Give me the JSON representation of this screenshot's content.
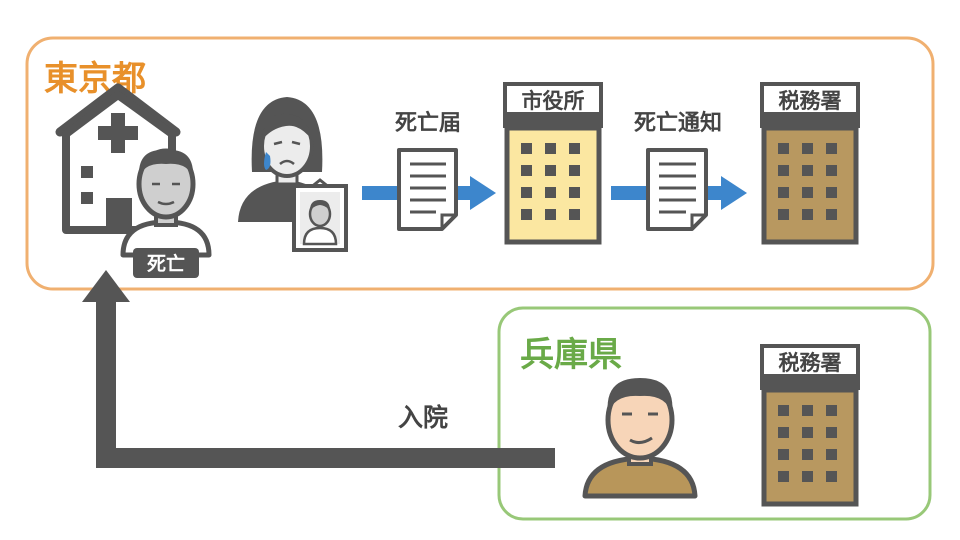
{
  "regions": {
    "tokyo": {
      "label": "東京都",
      "color": "#e8902a",
      "border": "#f0b070"
    },
    "hyogo": {
      "label": "兵庫県",
      "color": "#6aaa48",
      "border": "#98c878"
    }
  },
  "badges": {
    "death": "死亡"
  },
  "buildings": {
    "city_office": "市役所",
    "tax_office_tokyo": "税務署",
    "tax_office_hyogo": "税務署"
  },
  "arrows": {
    "death_notice": "死亡届",
    "death_notification": "死亡通知",
    "hospitalization": "入院"
  },
  "colors": {
    "dark": "#555555",
    "blue": "#3d86cc",
    "city_fill": "#fbe7a1",
    "tax_fill": "#b89860",
    "skin": "#cfcfcf",
    "skin_hyogo": "#f7d5b8",
    "shirt_hyogo": "#b8965a"
  },
  "icons": [
    "hospital-icon",
    "deceased-man-icon",
    "grieving-woman-icon",
    "memorial-photo-icon",
    "document-icon",
    "city-office-building-icon",
    "tax-office-building-icon",
    "man-icon"
  ]
}
